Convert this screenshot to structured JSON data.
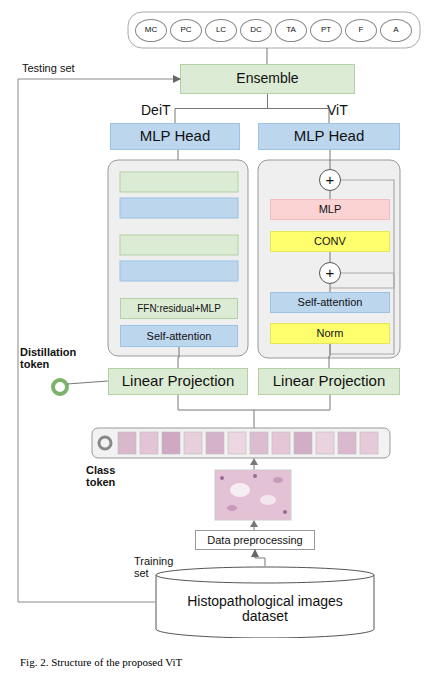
{
  "diagram": {
    "caption": "Fig. 2. Structure of the proposed ViT",
    "nodes": [
      {
        "text": [
          "MC"
        ]
      },
      {
        "text": [
          "PC"
        ]
      },
      {
        "text": [
          "LC"
        ]
      },
      {
        "text": [
          "DC"
        ]
      },
      {
        "text": [
          "TA"
        ]
      },
      {
        "text": [
          "PT"
        ]
      },
      {
        "text": [
          "F"
        ]
      },
      {
        "text": [
          "A"
        ]
      },
      {
        "text": [
          "Ensemble"
        ]
      },
      {
        "text": [
          "DeiT",
          "MLP Head"
        ]
      },
      {
        "text": [
          "ViT",
          "MLP Head"
        ]
      },
      {
        "text": [
          "+"
        ]
      },
      {
        "text": [
          "MLP"
        ]
      },
      {
        "text": [
          "CONV"
        ]
      },
      {
        "text": [
          "+"
        ]
      },
      {
        "text": [
          "Self-attention"
        ]
      },
      {
        "text": [
          "FFN:residual+MLP"
        ]
      },
      {
        "text": [
          "Norm"
        ]
      },
      {
        "text": [
          "Self-attention"
        ]
      },
      {
        "text": [
          "Linear Projection"
        ]
      },
      {
        "text": [
          "Linear Projection"
        ]
      },
      {
        "text": [
          "Data preprocessing"
        ]
      },
      {
        "text": [
          "Histopathological images dataset"
        ]
      }
    ],
    "edges": [
      {
        "from": 9,
        "to": 8,
        "arrow": "none"
      },
      {
        "from": 10,
        "to": 8,
        "arrow": "none"
      },
      {
        "from": 12,
        "to": 11,
        "arrow": "none"
      },
      {
        "from": 14,
        "to": 13,
        "arrow": "none"
      },
      {
        "from": 15,
        "to": 14,
        "arrow": "none"
      },
      {
        "from": 19,
        "to": 18,
        "arrow": "none"
      },
      {
        "from": 20,
        "to": 17,
        "arrow": "none"
      },
      {
        "from": 22,
        "to": 21,
        "arrow": "to"
      },
      {
        "from": 22,
        "to": 8,
        "label": "Testing set",
        "arrow": "to"
      }
    ],
    "labels": [
      "Distillation token",
      "Class token",
      "Training set"
    ]
  }
}
